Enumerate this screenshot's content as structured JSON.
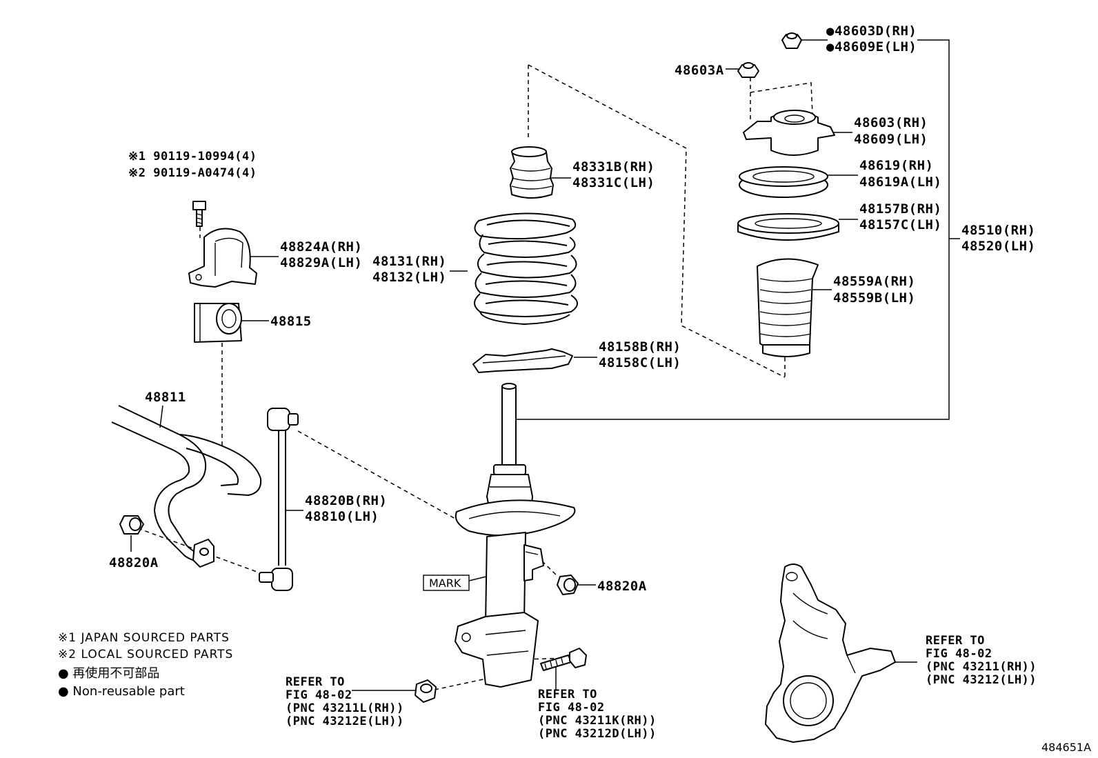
{
  "labels": {
    "p48603D": "●48603D(RH)",
    "p48609E": "●48609E(LH)",
    "p48603A": "48603A",
    "p48603": "48603(RH)",
    "p48609": "48609(LH)",
    "p48619": "48619(RH)",
    "p48619A": "48619A(LH)",
    "p48157B": "48157B(RH)",
    "p48157C": "48157C(LH)",
    "p48510": "48510(RH)",
    "p48520": "48520(LH)",
    "p48559A": "48559A(RH)",
    "p48559B": "48559B(LH)",
    "p48331B": "48331B(RH)",
    "p48331C": "48331C(LH)",
    "p48131": "48131(RH)",
    "p48132": "48132(LH)",
    "p48158B": "48158B(RH)",
    "p48158C": "48158C(LH)",
    "p48824A": "48824A(RH)",
    "p48829A": "48829A(LH)",
    "p48815": "48815",
    "p48811": "48811",
    "p48820B": "48820B(RH)",
    "p48810": "48810(LH)",
    "p48820A_left": "48820A",
    "p48820A_right": "48820A",
    "bolt1": "※1 90119-10994(4)",
    "bolt2": "※2 90119-A0474(4)",
    "mark": "MARK"
  },
  "refs": {
    "left": [
      "REFER TO",
      "FIG 48-02",
      "(PNC 43211L(RH))",
      "(PNC 43212E(LH))"
    ],
    "middle": [
      "REFER TO",
      "FIG 48-02",
      "(PNC 43211K(RH))",
      "(PNC 43212D(LH))"
    ],
    "right": [
      "REFER TO",
      "FIG 48-02",
      "(PNC 43211(RH))",
      "(PNC 43212(LH))"
    ]
  },
  "notes": {
    "japan": "※1 JAPAN SOURCED PARTS",
    "local": "※2 LOCAL SOURCED PARTS",
    "nonreusable_jp": "● 再使用不可部品",
    "nonreusable_en": "● Non-reusable part"
  },
  "figure_id": "484651A"
}
